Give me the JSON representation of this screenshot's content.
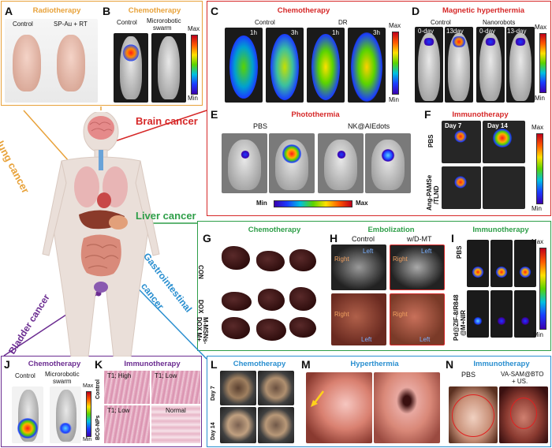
{
  "colors": {
    "orange": "#e8a23a",
    "red": "#d62828",
    "green": "#2e9e48",
    "blue": "#2a8fd0",
    "purple": "#6b2c91",
    "title_red": "#d62828",
    "title_green": "#2e9e48",
    "title_blue": "#2a8fd0",
    "title_purple": "#6b2c91",
    "title_orange": "#e8a23a"
  },
  "body_labels": {
    "lung": "lung cancer",
    "brain": "Brain cancer",
    "liver": "Liver cancer",
    "gastro_line1": "Gastrointestinal",
    "gastro_line2": "cancer",
    "bladder": "Bladder cancer"
  },
  "scale_words": {
    "max": "Max",
    "min": "Min"
  },
  "panels": {
    "A": {
      "letter": "A",
      "title": "Radiotherapy",
      "labels": [
        "Control",
        "SP-Au + RT"
      ]
    },
    "B": {
      "letter": "B",
      "title": "Chemotherapy",
      "labels": [
        "Control",
        "Microrobotic",
        "swarm"
      ]
    },
    "C": {
      "letter": "C",
      "title": "Chemotherapy",
      "groups": [
        "Control",
        "DR"
      ],
      "times": [
        "1h",
        "3h",
        "1h",
        "3h"
      ]
    },
    "D": {
      "letter": "D",
      "title": "Magnetic hyperthermia",
      "groups": [
        "Control",
        "Nanorobots"
      ],
      "times": [
        "0-day",
        "13day",
        "0-day",
        "13-day"
      ]
    },
    "E": {
      "letter": "E",
      "title": "Photothermia",
      "groups": [
        "PBS",
        "NK@AIEdots"
      ]
    },
    "F": {
      "letter": "F",
      "title": "Immunotherapy",
      "times": [
        "Day 7",
        "Day 14"
      ],
      "rows": [
        "PBS",
        "Ang-PAMSe",
        "/TLND"
      ]
    },
    "G": {
      "letter": "G",
      "title": "Chemotherapy",
      "rows": [
        "CON",
        "DOX",
        "M-MSNs-",
        "DOX M+"
      ]
    },
    "H": {
      "letter": "H",
      "title": "Embolization",
      "groups": [
        "Control",
        "w/D-MT"
      ],
      "sides": [
        "Right",
        "Left",
        "Right",
        "Left",
        "Right",
        "Left",
        "Right",
        "Left"
      ]
    },
    "I": {
      "letter": "I",
      "title": "Immunotherapy",
      "rows": [
        "PBS",
        "Pd@ZIF-8/R848",
        "@M+NIR"
      ]
    },
    "J": {
      "letter": "J",
      "title": "Chemotherapy",
      "labels": [
        "Control",
        "Microrobotic",
        "swarm"
      ]
    },
    "K": {
      "letter": "K",
      "title": "Immunotherapy",
      "regions": [
        "T1; High",
        "T1; Low",
        "T1; Low",
        "Normal"
      ],
      "rows": [
        "Control",
        "BCG-NPs"
      ]
    },
    "L": {
      "letter": "L",
      "title": "Chemotherapy",
      "rows": [
        "Day 7",
        "Day 14"
      ]
    },
    "M": {
      "letter": "M",
      "title": "Hyperthermia"
    },
    "N": {
      "letter": "N",
      "title": "Immunotherapy",
      "groups": [
        "PBS",
        "VA-SAM@BTO",
        "+ US."
      ]
    }
  }
}
